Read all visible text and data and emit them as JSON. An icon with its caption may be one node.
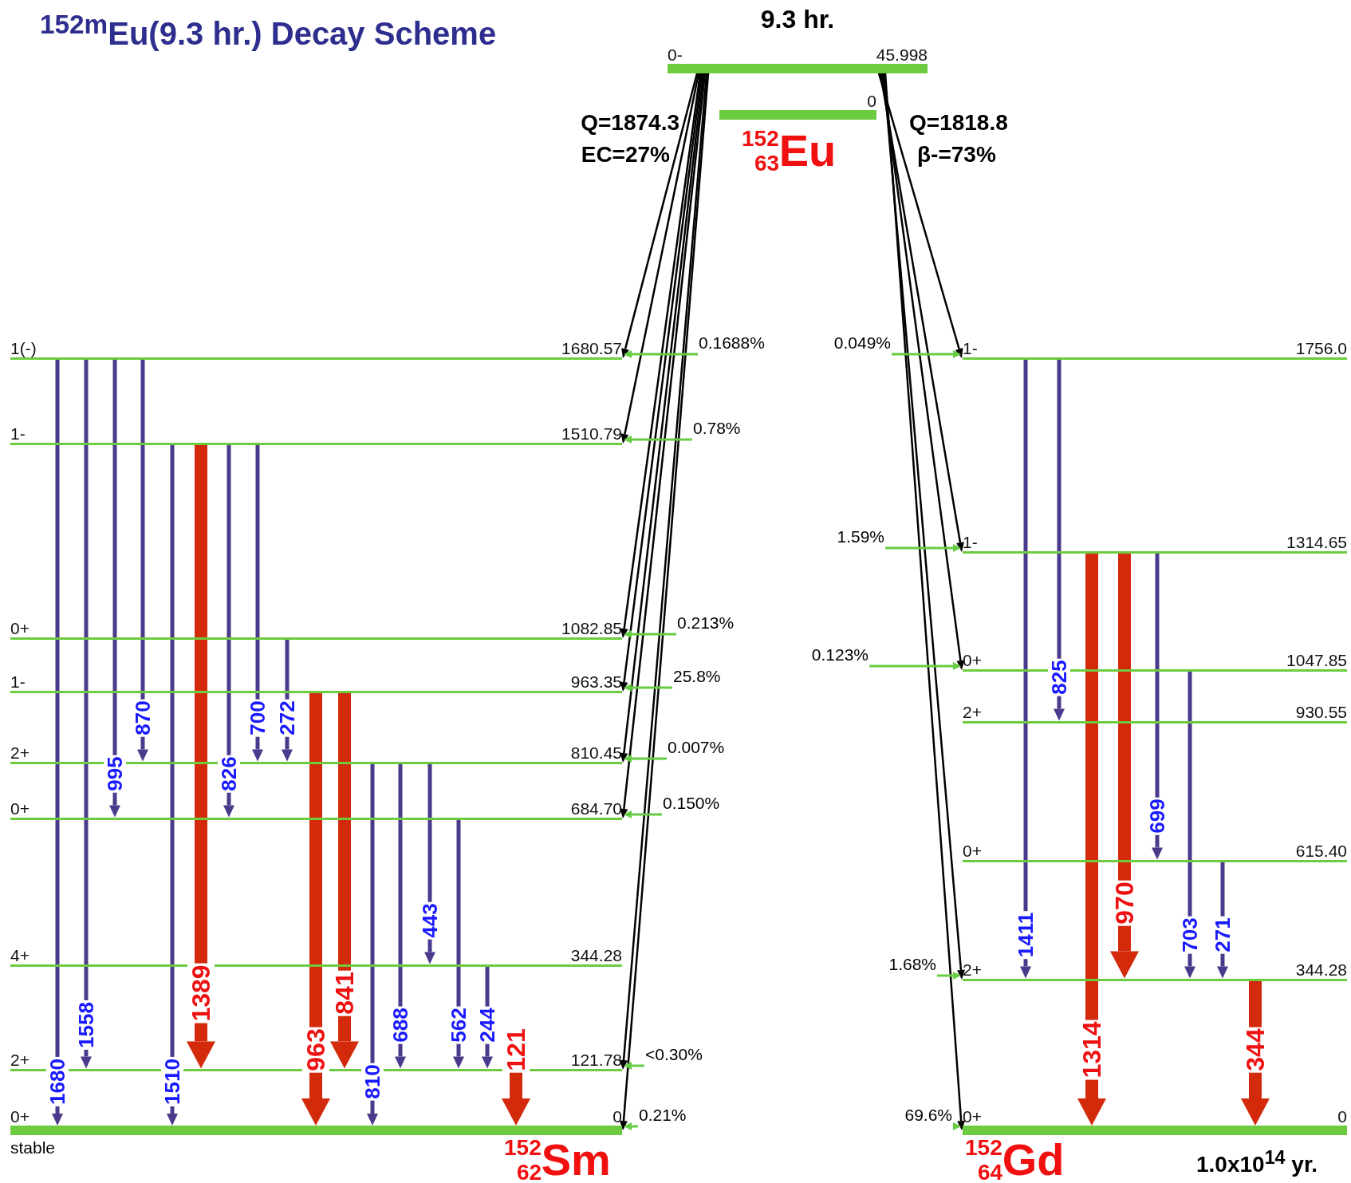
{
  "diagram": {
    "title": "$^{152m}$Eu(9.3 hr.) Decay Scheme",
    "nodes": [
      {
        "text": [
          "0-",
          "45.998"
        ],
        "beside": [
          "9.3 hr."
        ]
      },
      {
        "text": [
          "0"
        ],
        "beside": [
          "$^{152}$$_{63}$Eu"
        ]
      },
      {
        "text": [
          "1(-)",
          "1680.57"
        ]
      },
      {
        "text": [
          "1-",
          "1510.79"
        ]
      },
      {
        "text": [
          "0+",
          "1082.85"
        ]
      },
      {
        "text": [
          "1-",
          "963.35"
        ]
      },
      {
        "text": [
          "2+",
          "810.45"
        ]
      },
      {
        "text": [
          "0+",
          "684.70"
        ]
      },
      {
        "text": [
          "4+",
          "344.28"
        ]
      },
      {
        "text": [
          "2+",
          "121.78"
        ]
      },
      {
        "text": [
          "0+",
          "0"
        ],
        "beside": [
          "stable",
          "$^{152}$$_{62}$Sm"
        ]
      },
      {
        "text": [
          "1-",
          "1756.0"
        ]
      },
      {
        "text": [
          "1-",
          "1314.65"
        ]
      },
      {
        "text": [
          "0+",
          "1047.85"
        ]
      },
      {
        "text": [
          "2+",
          "930.55"
        ]
      },
      {
        "text": [
          "0+",
          "615.40"
        ]
      },
      {
        "text": [
          "2+",
          "344.28"
        ]
      },
      {
        "text": [
          "0+",
          "0"
        ],
        "beside": [
          "$^{152}$$_{64}$Gd",
          "1.0x10$^{14}$ yr."
        ]
      },
      {
        "text": [
          "0.1688%"
        ]
      },
      {
        "text": [
          "0.78%"
        ]
      },
      {
        "text": [
          "0.213%"
        ]
      },
      {
        "text": [
          "25.8%"
        ]
      },
      {
        "text": [
          "0.007%"
        ]
      },
      {
        "text": [
          "0.150%"
        ]
      },
      {
        "text": [
          "<0.30%"
        ]
      },
      {
        "text": [
          "0.21%"
        ]
      },
      {
        "text": [
          "0.049%"
        ]
      },
      {
        "text": [
          "1.59%"
        ]
      },
      {
        "text": [
          "0.123%"
        ]
      },
      {
        "text": [
          "1.68%"
        ]
      },
      {
        "text": [
          "69.6%"
        ]
      }
    ],
    "edges": [
      {
        "from": 0,
        "to": 2,
        "arrow": "to",
        "color": "#000000"
      },
      {
        "from": 0,
        "to": 3,
        "arrow": "to",
        "color": "#000000"
      },
      {
        "from": 0,
        "to": 4,
        "arrow": "to",
        "color": "#000000"
      },
      {
        "from": 0,
        "to": 5,
        "arrow": "to",
        "color": "#000000"
      },
      {
        "from": 0,
        "to": 6,
        "arrow": "to",
        "color": "#000000"
      },
      {
        "from": 0,
        "to": 7,
        "arrow": "to",
        "color": "#000000"
      },
      {
        "from": 0,
        "to": 9,
        "arrow": "to",
        "color": "#000000"
      },
      {
        "from": 0,
        "to": 10,
        "arrow": "to",
        "color": "#000000"
      },
      {
        "from": 0,
        "to": 11,
        "arrow": "to",
        "color": "#000000"
      },
      {
        "from": 0,
        "to": 12,
        "arrow": "to",
        "color": "#000000"
      },
      {
        "from": 0,
        "to": 13,
        "arrow": "to",
        "color": "#000000"
      },
      {
        "from": 0,
        "to": 16,
        "arrow": "to",
        "color": "#000000"
      },
      {
        "from": 0,
        "to": 17,
        "arrow": "to",
        "color": "#000000"
      },
      {
        "from": 18,
        "to": 2,
        "arrow": "to",
        "color": "#66cc44"
      },
      {
        "from": 19,
        "to": 3,
        "arrow": "to",
        "color": "#66cc44"
      },
      {
        "from": 20,
        "to": 4,
        "arrow": "to",
        "color": "#66cc44"
      },
      {
        "from": 21,
        "to": 5,
        "arrow": "to",
        "color": "#66cc44"
      },
      {
        "from": 22,
        "to": 6,
        "arrow": "to",
        "color": "#66cc44"
      },
      {
        "from": 23,
        "to": 7,
        "arrow": "to",
        "color": "#66cc44"
      },
      {
        "from": 24,
        "to": 9,
        "arrow": "to",
        "color": "#66cc44"
      },
      {
        "from": 25,
        "to": 10,
        "arrow": "to",
        "color": "#66cc44"
      },
      {
        "from": 26,
        "to": 11,
        "arrow": "to",
        "color": "#66cc44"
      },
      {
        "from": 27,
        "to": 12,
        "arrow": "to",
        "color": "#66cc44"
      },
      {
        "from": 28,
        "to": 13,
        "arrow": "to",
        "color": "#66cc44"
      },
      {
        "from": 29,
        "to": 16,
        "arrow": "to",
        "color": "#66cc44"
      },
      {
        "from": 30,
        "to": 17,
        "arrow": "to",
        "color": "#66cc44"
      },
      {
        "from": 2,
        "to": 10,
        "arrow": "to",
        "label": "1680"
      },
      {
        "from": 2,
        "to": 9,
        "arrow": "to",
        "label": "1558"
      },
      {
        "from": 2,
        "to": 7,
        "arrow": "to",
        "label": "995"
      },
      {
        "from": 2,
        "to": 6,
        "arrow": "to",
        "label": "870"
      },
      {
        "from": 3,
        "to": 10,
        "arrow": "to",
        "label": "1510"
      },
      {
        "from": 3,
        "to": 9,
        "arrow": "to",
        "label": "1389",
        "style": "thick",
        "color": "#d42a0c"
      },
      {
        "from": 3,
        "to": 7,
        "arrow": "to",
        "label": "826"
      },
      {
        "from": 3,
        "to": 6,
        "arrow": "to",
        "label": "700"
      },
      {
        "from": 4,
        "to": 6,
        "arrow": "to",
        "label": "272"
      },
      {
        "from": 5,
        "to": 10,
        "arrow": "to",
        "label": "963",
        "style": "thick",
        "color": "#d42a0c"
      },
      {
        "from": 5,
        "to": 9,
        "arrow": "to",
        "label": "841",
        "style": "thick",
        "color": "#d42a0c"
      },
      {
        "from": 6,
        "to": 10,
        "arrow": "to",
        "label": "810"
      },
      {
        "from": 6,
        "to": 9,
        "arrow": "to",
        "label": "688"
      },
      {
        "from": 6,
        "to": 8,
        "arrow": "to",
        "label": "443"
      },
      {
        "from": 7,
        "to": 9,
        "arrow": "to",
        "label": "562"
      },
      {
        "from": 8,
        "to": 9,
        "arrow": "to",
        "label": "244"
      },
      {
        "from": 9,
        "to": 10,
        "arrow": "to",
        "label": "121",
        "style": "thick",
        "color": "#d42a0c"
      },
      {
        "from": 11,
        "to": 16,
        "arrow": "to",
        "label": "1411"
      },
      {
        "from": 11,
        "to": 14,
        "arrow": "to",
        "label": "825"
      },
      {
        "from": 12,
        "to": 17,
        "arrow": "to",
        "label": "1314",
        "style": "thick",
        "color": "#d42a0c"
      },
      {
        "from": 12,
        "to": 16,
        "arrow": "to",
        "label": "970",
        "style": "thick",
        "color": "#d42a0c"
      },
      {
        "from": 12,
        "to": 15,
        "arrow": "to",
        "label": "699"
      },
      {
        "from": 13,
        "to": 16,
        "arrow": "to",
        "label": "703"
      },
      {
        "from": 15,
        "to": 16,
        "arrow": "to",
        "label": "271"
      },
      {
        "from": 16,
        "to": 17,
        "arrow": "to",
        "label": "344",
        "style": "thick",
        "color": "#d42a0c"
      }
    ],
    "labels": [
      "Q=1874.3",
      "EC=27%",
      "Q=1818.8",
      "β-=73%"
    ]
  }
}
